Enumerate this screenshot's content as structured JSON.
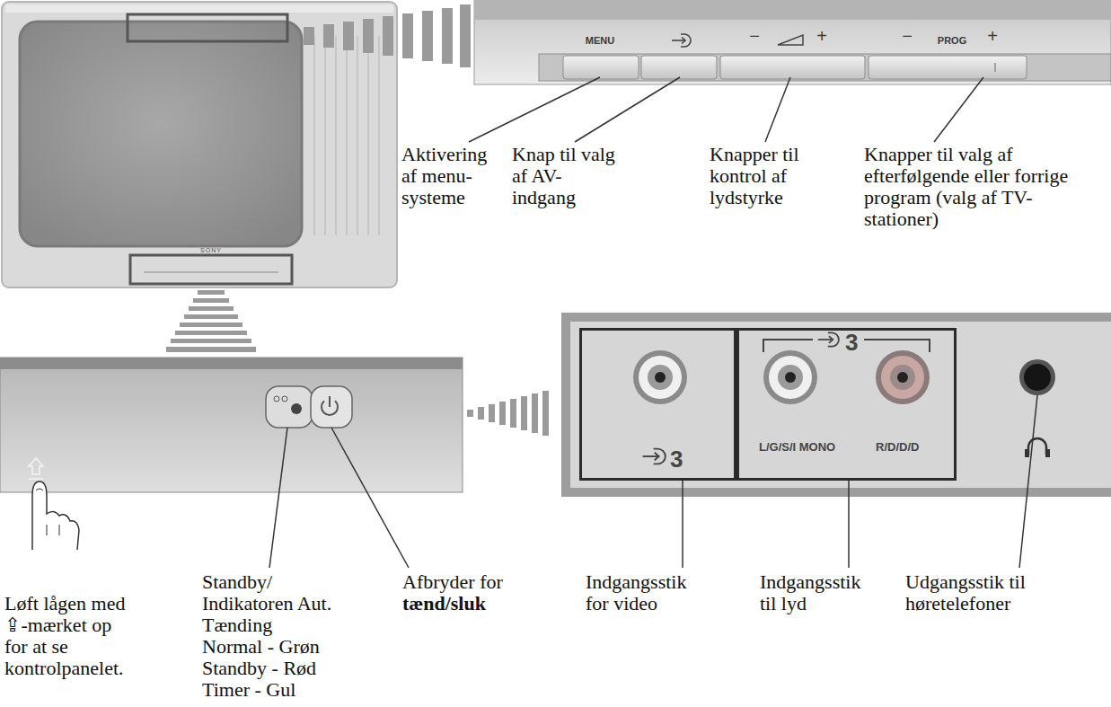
{
  "diagram": {
    "nodes": [
      {
        "text": [
          "3"
        ]
      },
      {
        "text": [
          "3",
          "L/G/S/I MONO",
          "R/D/D/D"
        ]
      }
    ],
    "labels": [
      "MENU",
      "−",
      "+",
      "−",
      "PROG",
      "+",
      "SONY",
      "Aktivering af menu-systeme",
      "Knap til valg af AV-indgang",
      "Knapper til kontrol af lydstyrke",
      "Knapper til valg af efterfølgende eller forrige program (valg af TV-stationer)",
      "Løft lågen med ⇪-mærket op for at se kontrolpanelet.",
      "Standby/ Indikatoren Aut. Tænding",
      "Normal - Grøn",
      "Standby - Rød",
      "Timer - Gul",
      "Afbryder for",
      "tænd/sluk",
      "Indgangsstik for video",
      "Indgangsstik til lyd",
      "Udgangsstik til høretelefoner"
    ]
  }
}
